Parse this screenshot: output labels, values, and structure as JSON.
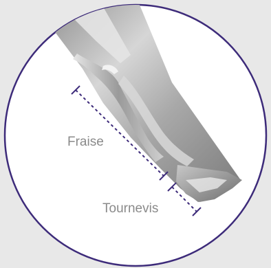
{
  "labels": {
    "fraise": "Fraise",
    "tournevis": "Tournevis"
  },
  "colors": {
    "background": "#e8e8e8",
    "circle_fill": "#ffffff",
    "circle_stroke": "#3d2b7a",
    "dimension_line": "#3d2b7a",
    "label_text": "#8a8a8a",
    "tool_metal": "#b4b4b4"
  },
  "figure": {
    "subject": "drill-bit-tip",
    "dimension_markers": [
      "fraise",
      "tournevis"
    ]
  }
}
